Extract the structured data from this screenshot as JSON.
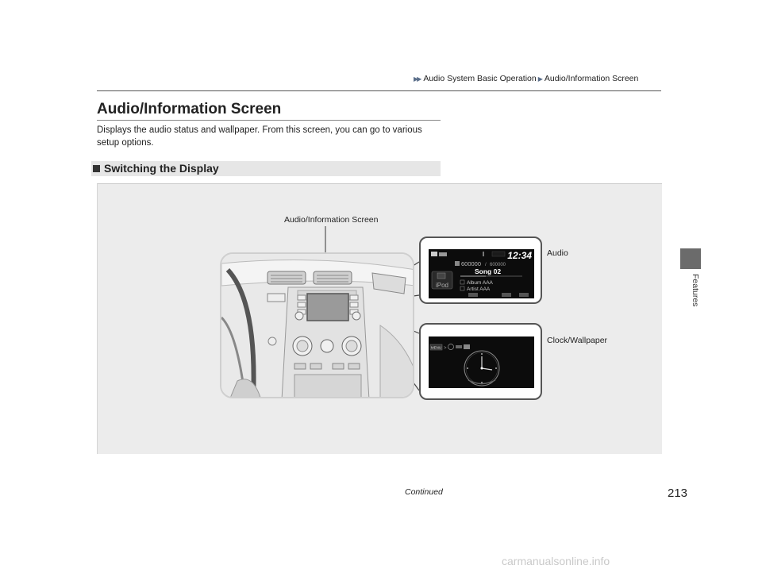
{
  "breadcrumb": {
    "section": "Audio System Basic Operation",
    "page": "Audio/Information Screen"
  },
  "side_tab": {
    "label": "Features"
  },
  "page": {
    "title": "Audio/Information Screen",
    "intro": "Displays the audio status and wallpaper. From this screen, you can go to various setup options."
  },
  "subsection": {
    "title": "Switching the Display"
  },
  "figure": {
    "callout_main": "Audio/Information Screen",
    "callout_audio": "Audio",
    "callout_clock": "Clock/Wallpaper",
    "audio_screen": {
      "time": "12:34",
      "freq_main": "600000",
      "freq_sep": "/",
      "freq_total": "600000",
      "song": "Song 02",
      "source": "iPod",
      "album": "Album AAA",
      "artist": "Artist AAA"
    },
    "clock_screen": {
      "menu": "MENU"
    }
  },
  "footer": {
    "continued": "Continued",
    "page_number": "213",
    "watermark": "carmanualsonline.info"
  }
}
